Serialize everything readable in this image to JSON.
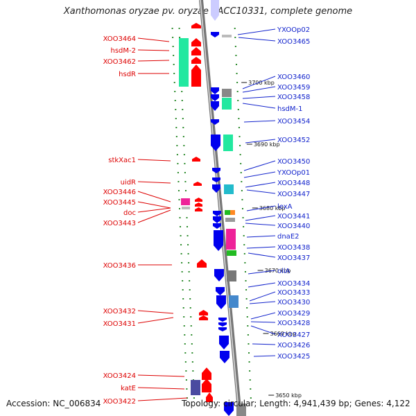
{
  "title": "Xanthomonas oryzae pv. oryzae KACC10331, complete genome",
  "footer": {
    "accession": "Accession: NC_006834",
    "topology": "Topology: circular; Length: 4,941,439 bp; Genes: 4,122"
  },
  "colors": {
    "forward_strand": "#ff0000",
    "reverse_strand": "#0000ee",
    "label_left": "#dd0000",
    "label_right": "#1122cc",
    "backbone": "#777777",
    "dots": "#2a8a2a"
  },
  "scale_ticks": [
    "3700 kbp",
    "3690 kbp",
    "3680 kbp",
    "3670 kbp",
    "3660 kbp",
    "3650 kbp"
  ],
  "left_labels": [
    "XOO3464",
    "hsdM-2",
    "XOO3462",
    "hsdR",
    "stkXac1",
    "uidR",
    "XOO3446",
    "XOO3445",
    "doc",
    "XOO3443",
    "XOO3436",
    "XOO3432",
    "XOO3431",
    "XOO3424",
    "katE",
    "XOO3422"
  ],
  "right_labels": [
    "YXOOp02",
    "XOO3465",
    "XOO3460",
    "XOO3459",
    "XOO3458",
    "hsdM-1",
    "XOO3454",
    "XOO3452",
    "XOO3450",
    "YXOOp01",
    "XOO3448",
    "XOO3447",
    "lexA",
    "XOO3441",
    "XOO3440",
    "dnaE2",
    "XOO3438",
    "XOO3437",
    "oliA",
    "XOO3434",
    "XOO3433",
    "XOO3430",
    "XOO3429",
    "XOO3428",
    "XOO3427",
    "XOO3426",
    "XOO3425"
  ]
}
